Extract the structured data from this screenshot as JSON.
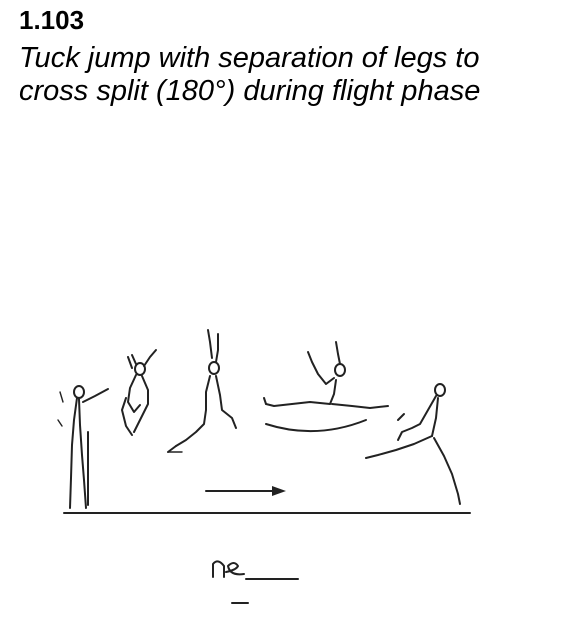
{
  "element": {
    "code": "1.103",
    "description": "Tuck jump with separation of legs to cross split (180°) during flight phase"
  },
  "illustration": {
    "phases": [
      "standing-start",
      "tuck-jump",
      "leg-separation",
      "cross-split-flight",
      "landing"
    ],
    "direction_arrow": "right",
    "notation_glyph": "symbol-notation"
  }
}
